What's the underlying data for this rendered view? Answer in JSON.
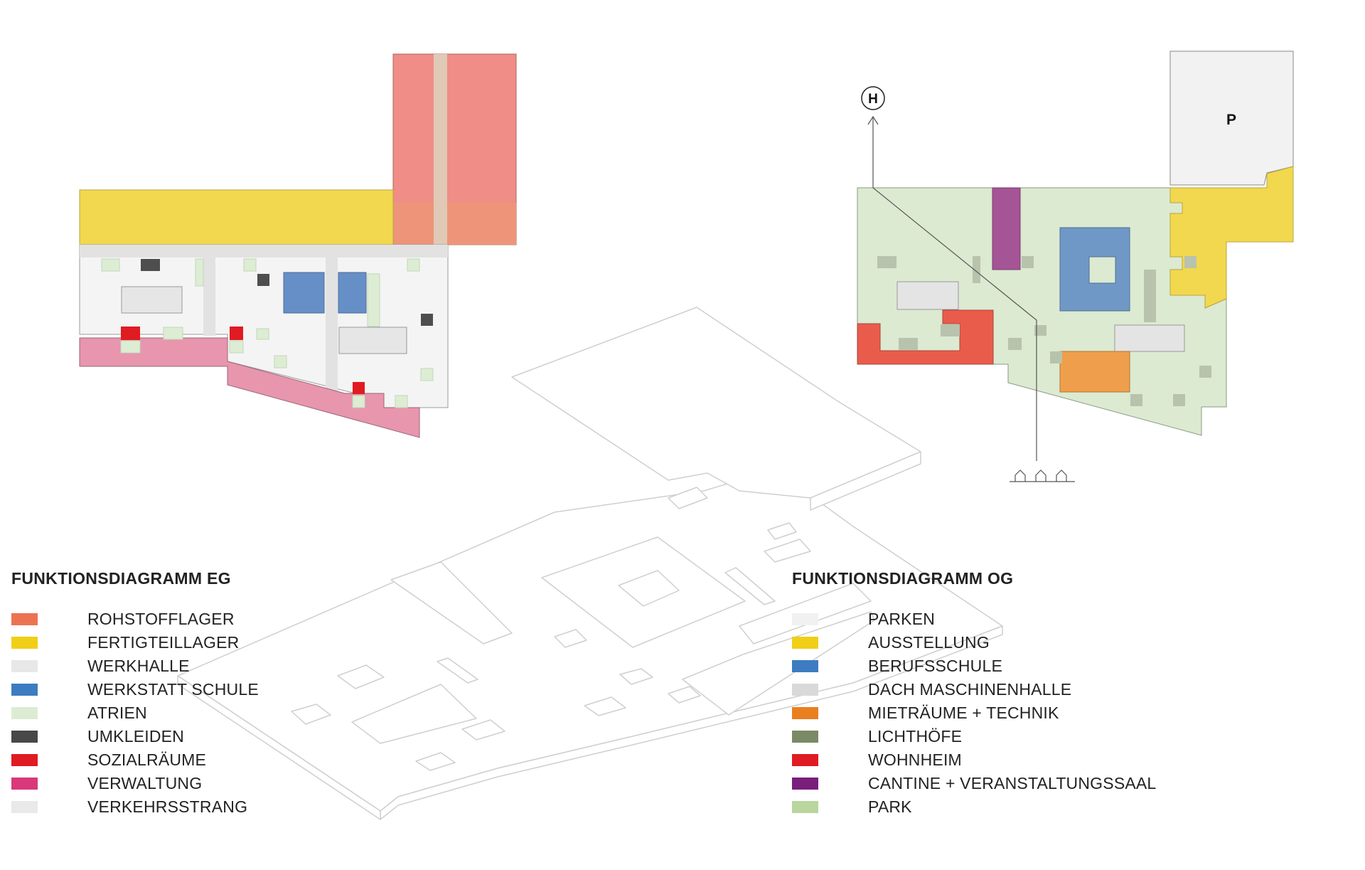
{
  "plan_labels": {
    "h_marker": "H",
    "p_marker": "P"
  },
  "legend_eg": {
    "title": "FUNKTIONSDIAGRAMM EG",
    "items": [
      {
        "label": "ROHSTOFFLAGER",
        "color": "#ec7352"
      },
      {
        "label": "FERTIGTEILLAGER",
        "color": "#f1cf17"
      },
      {
        "label": "WERKHALLE",
        "color": "#e8e8e8"
      },
      {
        "label": "WERKSTATT SCHULE",
        "color": "#3d7cc0"
      },
      {
        "label": "ATRIEN",
        "color": "#dcecd3"
      },
      {
        "label": "UMKLEIDEN",
        "color": "#484848"
      },
      {
        "label": "SOZIALRÄUME",
        "color": "#e01b22"
      },
      {
        "label": "VERWALTUNG",
        "color": "#d9387a"
      },
      {
        "label": "VERKEHRSSTRANG",
        "color": "#e9e9e9"
      }
    ]
  },
  "legend_og": {
    "title": "FUNKTIONSDIAGRAMM OG",
    "items": [
      {
        "label": "PARKEN",
        "color": "#f1f1f1"
      },
      {
        "label": "AUSSTELLUNG",
        "color": "#f1cf17"
      },
      {
        "label": "BERUFSSCHULE",
        "color": "#3d7cc0"
      },
      {
        "label": "DACH MASCHINENHALLE",
        "color": "#d9d9d9"
      },
      {
        "label": "MIETRÄUME + TECHNIK",
        "color": "#ea7f1f"
      },
      {
        "label": "LICHTHÖFE",
        "color": "#7a8a66"
      },
      {
        "label": "WOHNHEIM",
        "color": "#e01b22"
      },
      {
        "label": "CANTINE + VERANSTALTUNGSSAAL",
        "color": "#7a1e7c"
      },
      {
        "label": "PARK",
        "color": "#b8d69e"
      }
    ]
  }
}
